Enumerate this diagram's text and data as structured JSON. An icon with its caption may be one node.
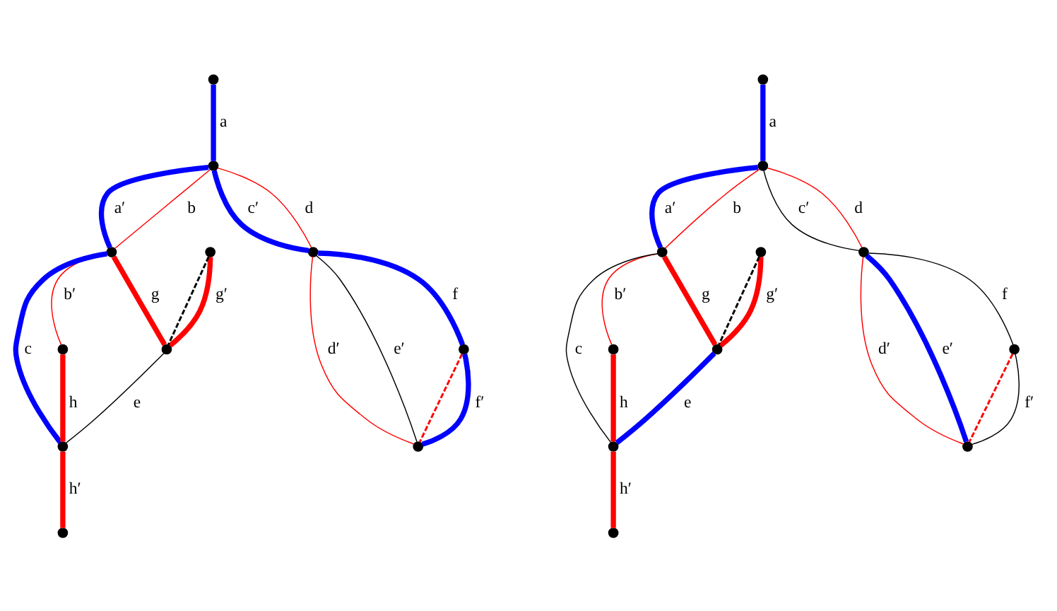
{
  "diagram": {
    "nodes": [
      {
        "text": [],
        "shape": "circle"
      },
      {
        "text": [],
        "shape": "circle"
      },
      {
        "text": [],
        "shape": "circle"
      },
      {
        "text": [],
        "shape": "circle"
      },
      {
        "text": [],
        "shape": "circle"
      },
      {
        "text": [],
        "shape": "circle"
      },
      {
        "text": [],
        "shape": "circle"
      },
      {
        "text": [],
        "shape": "circle"
      },
      {
        "text": [],
        "shape": "circle"
      },
      {
        "text": [],
        "shape": "circle"
      },
      {
        "text": [],
        "shape": "circle"
      },
      {
        "text": [],
        "shape": "circle"
      },
      {
        "text": [],
        "shape": "circle"
      },
      {
        "text": [],
        "shape": "circle"
      },
      {
        "text": [],
        "shape": "circle"
      },
      {
        "text": [],
        "shape": "circle"
      },
      {
        "text": [],
        "shape": "circle"
      },
      {
        "text": [],
        "shape": "circle"
      },
      {
        "text": [],
        "shape": "circle"
      },
      {
        "text": [],
        "shape": "circle"
      },
      {
        "text": [],
        "shape": "circle"
      },
      {
        "text": [],
        "shape": "circle"
      }
    ],
    "edges": [
      {
        "from": 0,
        "to": 1,
        "arrow": "none",
        "label": "a",
        "style": "thick",
        "color": "#0000ff"
      },
      {
        "from": 1,
        "to": 2,
        "arrow": "none",
        "label": "a′",
        "style": "thick",
        "color": "#0000ff"
      },
      {
        "from": 1,
        "to": 2,
        "arrow": "none",
        "label": "b",
        "color": "#ff0000"
      },
      {
        "from": 1,
        "to": 4,
        "arrow": "none",
        "label": "c′",
        "style": "thick",
        "color": "#0000ff"
      },
      {
        "from": 1,
        "to": 4,
        "arrow": "none",
        "label": "d",
        "color": "#ff0000"
      },
      {
        "from": 2,
        "to": 5,
        "arrow": "none",
        "label": "b′",
        "color": "#ff0000"
      },
      {
        "from": 2,
        "to": 9,
        "arrow": "none",
        "label": "c",
        "style": "thick",
        "color": "#0000ff"
      },
      {
        "from": 2,
        "to": 6,
        "arrow": "none",
        "label": "g",
        "style": "thick",
        "color": "#ff0000"
      },
      {
        "from": 3,
        "to": 6,
        "arrow": "none",
        "label": "g′",
        "style": "thick",
        "color": "#ff0000"
      },
      {
        "from": 3,
        "to": 6,
        "arrow": "none",
        "style": "dashed",
        "color": "#000000"
      },
      {
        "from": 4,
        "to": 7,
        "arrow": "none",
        "label": "f",
        "style": "thick",
        "color": "#0000ff"
      },
      {
        "from": 4,
        "to": 8,
        "arrow": "none",
        "label": "d′",
        "color": "#ff0000"
      },
      {
        "from": 4,
        "to": 8,
        "arrow": "none",
        "label": "e′",
        "color": "#000000"
      },
      {
        "from": 5,
        "to": 9,
        "arrow": "none",
        "label": "h",
        "style": "thick",
        "color": "#ff0000"
      },
      {
        "from": 6,
        "to": 9,
        "arrow": "none",
        "label": "e",
        "color": "#000000"
      },
      {
        "from": 7,
        "to": 8,
        "arrow": "none",
        "style": "dashed",
        "color": "#ff0000"
      },
      {
        "from": 7,
        "to": 8,
        "arrow": "none",
        "label": "f′",
        "style": "thick",
        "color": "#0000ff"
      },
      {
        "from": 9,
        "to": 10,
        "arrow": "none",
        "label": "h′",
        "style": "thick",
        "color": "#ff0000"
      },
      {
        "from": 11,
        "to": 12,
        "arrow": "none",
        "label": "a",
        "style": "thick",
        "color": "#0000ff"
      },
      {
        "from": 12,
        "to": 13,
        "arrow": "none",
        "label": "a′",
        "style": "thick",
        "color": "#0000ff"
      },
      {
        "from": 12,
        "to": 13,
        "arrow": "none",
        "label": "b",
        "color": "#ff0000"
      },
      {
        "from": 12,
        "to": 15,
        "arrow": "none",
        "label": "c′",
        "color": "#000000"
      },
      {
        "from": 12,
        "to": 15,
        "arrow": "none",
        "label": "d",
        "color": "#ff0000"
      },
      {
        "from": 13,
        "to": 16,
        "arrow": "none",
        "label": "b′",
        "color": "#ff0000"
      },
      {
        "from": 13,
        "to": 20,
        "arrow": "none",
        "label": "c",
        "color": "#000000"
      },
      {
        "from": 13,
        "to": 17,
        "arrow": "none",
        "label": "g",
        "style": "thick",
        "color": "#ff0000"
      },
      {
        "from": 14,
        "to": 17,
        "arrow": "none",
        "label": "g′",
        "style": "thick",
        "color": "#ff0000"
      },
      {
        "from": 14,
        "to": 17,
        "arrow": "none",
        "style": "dashed",
        "color": "#000000"
      },
      {
        "from": 15,
        "to": 18,
        "arrow": "none",
        "label": "f",
        "color": "#000000"
      },
      {
        "from": 15,
        "to": 19,
        "arrow": "none",
        "label": "d′",
        "color": "#ff0000"
      },
      {
        "from": 15,
        "to": 19,
        "arrow": "none",
        "label": "e′",
        "style": "thick",
        "color": "#0000ff"
      },
      {
        "from": 16,
        "to": 20,
        "arrow": "none",
        "label": "h",
        "style": "thick",
        "color": "#ff0000"
      },
      {
        "from": 17,
        "to": 20,
        "arrow": "none",
        "label": "e",
        "style": "thick",
        "color": "#0000ff"
      },
      {
        "from": 18,
        "to": 19,
        "arrow": "none",
        "style": "dashed",
        "color": "#ff0000"
      },
      {
        "from": 18,
        "to": 19,
        "arrow": "none",
        "label": "f′",
        "color": "#000000"
      },
      {
        "from": 20,
        "to": 21,
        "arrow": "none",
        "label": "h′",
        "style": "thick",
        "color": "#ff0000"
      }
    ]
  }
}
